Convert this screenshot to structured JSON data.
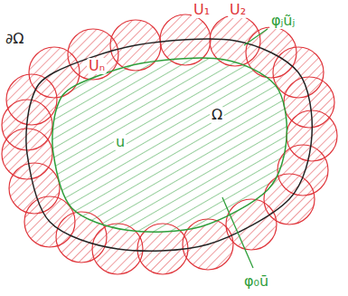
{
  "diagram": {
    "labels": [
      "∂Ω",
      "U₁",
      "U₂",
      "Uₙ",
      "φⱼũⱼ",
      "Ω",
      "u",
      "φ₀ū"
    ]
  }
}
